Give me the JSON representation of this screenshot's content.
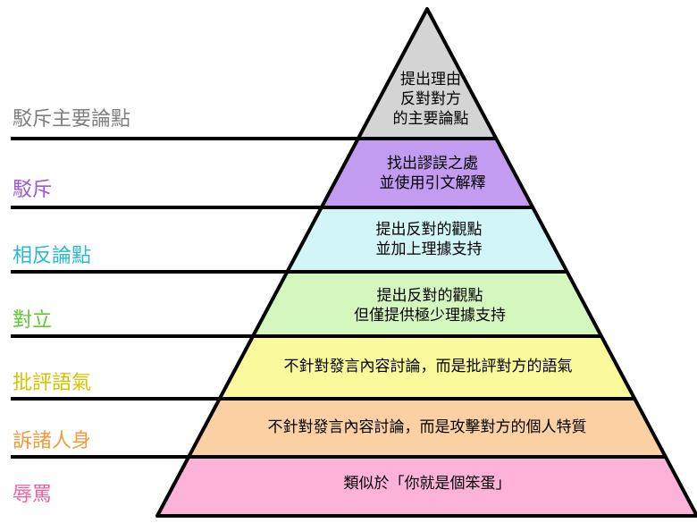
{
  "levels": [
    {
      "label": "駁斥主要論點",
      "label_color": "#7f7f7f",
      "fill": "#d4d4d4",
      "lines": [
        "提出理由",
        "反對對方",
        "的主要論點"
      ]
    },
    {
      "label": "駁斥",
      "label_color": "#9b59d6",
      "fill": "#c39bf0",
      "lines": [
        "找出謬誤之處",
        "並使用引文解釋"
      ]
    },
    {
      "label": "相反論點",
      "label_color": "#2cb9cd",
      "fill": "#d2f5f8",
      "lines": [
        "提出反對的觀點",
        "並加上理據支持"
      ]
    },
    {
      "label": "對立",
      "label_color": "#5dc935",
      "fill": "#d4f7bd",
      "lines": [
        "提出反對的觀點",
        "但僅提供極少理據支持"
      ]
    },
    {
      "label": "批評語氣",
      "label_color": "#d4c400",
      "fill": "#fafa9c",
      "lines": [
        "不針對發言內容討論，而是批評對方的語氣"
      ]
    },
    {
      "label": "訴諸人身",
      "label_color": "#f39a3d",
      "fill": "#fbd1a4",
      "lines": [
        "不針對發言內容討論，而是攻擊對方的個人特質"
      ]
    },
    {
      "label": "辱罵",
      "label_color": "#ee5fa2",
      "fill": "#fdb2d8",
      "lines": [
        "類似於「你就是個笨蛋」"
      ]
    }
  ]
}
